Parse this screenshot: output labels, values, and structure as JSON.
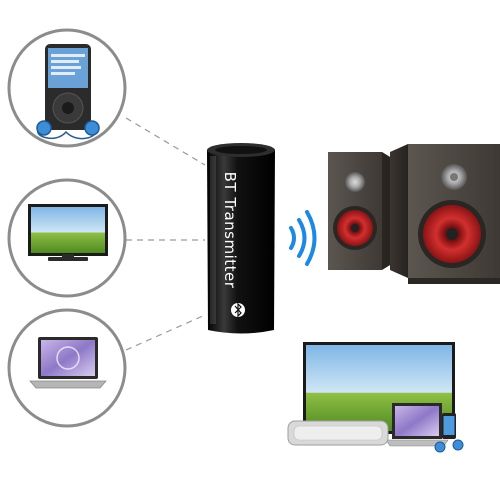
{
  "transmitter": {
    "label": "BT Transmitter",
    "logo_icon": "bluetooth-icon",
    "body_color": "#0d0d0d"
  },
  "source_devices": [
    {
      "name": "mp3-player-with-earphones",
      "icon": "music-player-icon"
    },
    {
      "name": "flat-screen-tv",
      "icon": "tv-icon"
    },
    {
      "name": "laptop",
      "icon": "laptop-icon"
    }
  ],
  "signal_icon": "wireless-signal-icon",
  "signal_color": "#1e88e5",
  "output_devices": {
    "speakers": {
      "icon": "bookshelf-speakers-icon",
      "cone_color": "#d32f2f"
    },
    "group": [
      "tv-icon",
      "soundbar-icon",
      "laptop-icon",
      "smartphone-icon",
      "earphones-icon"
    ]
  }
}
